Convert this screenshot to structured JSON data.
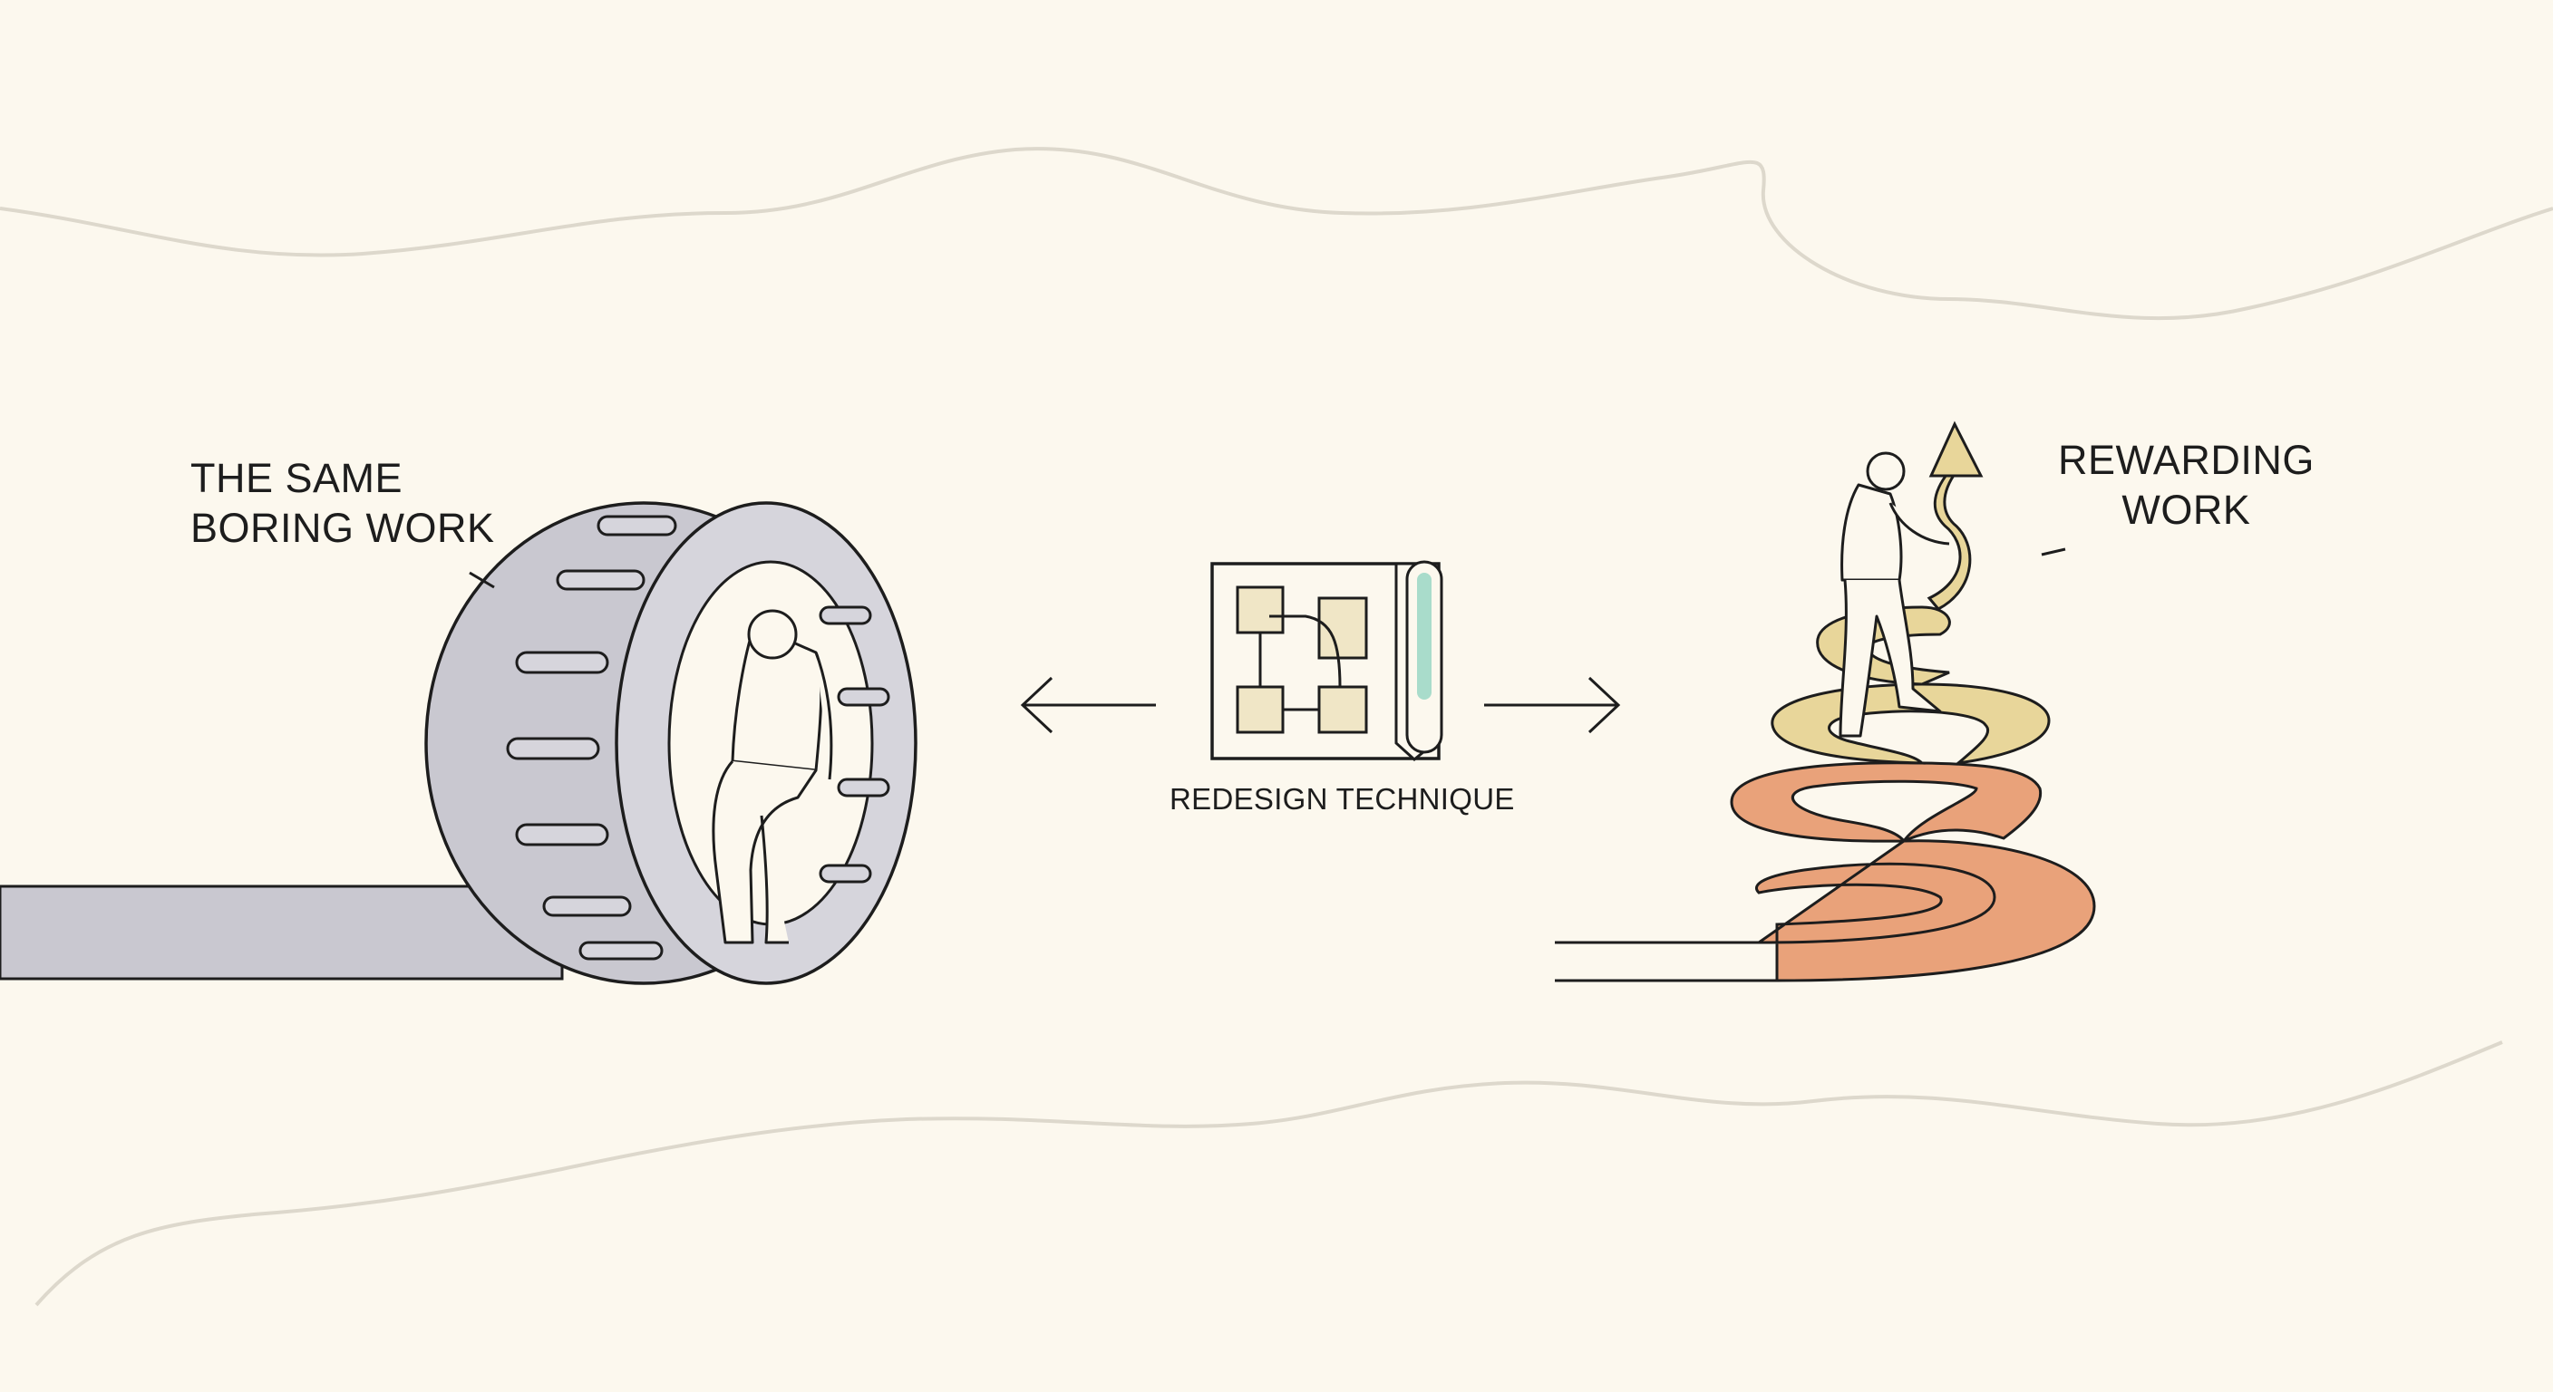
{
  "labels": {
    "boring_line1": "THE SAME",
    "boring_line2": "BORING WORK",
    "reward_line1": "REWARDING",
    "reward_line2": "WORK",
    "technique": "REDESIGN TECHNIQUE"
  },
  "colors": {
    "background": "#fcf8ee",
    "ink": "#1d1d1d",
    "wheel_fill": "#c9c8d0",
    "wheel_inner": "#d6d5dc",
    "spiral_yellow": "#e8d69a",
    "spiral_orange": "#e9a27a",
    "blueprint_accent": "#a9dccb",
    "wave": "#ddd8cc"
  }
}
